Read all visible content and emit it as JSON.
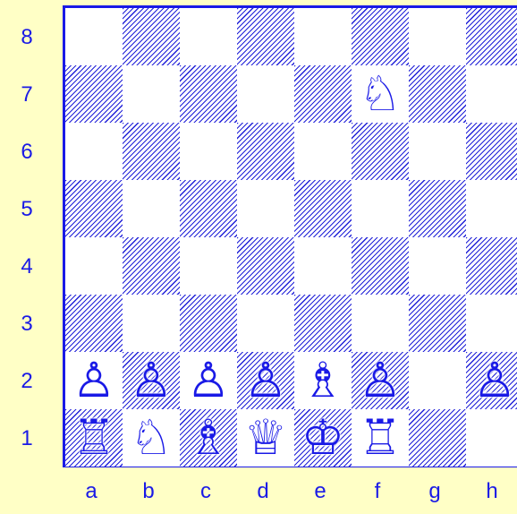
{
  "board": {
    "ranks": [
      "8",
      "7",
      "6",
      "5",
      "4",
      "3",
      "2",
      "1"
    ],
    "files": [
      "a",
      "b",
      "c",
      "d",
      "e",
      "f",
      "g",
      "h"
    ],
    "colors": {
      "accent": "#1a1ae6",
      "background": "#ffffc6",
      "light_square": "#ffffff"
    },
    "pieces": [
      {
        "square": "f7",
        "glyph": "♘",
        "name": "white-knight"
      },
      {
        "square": "a2",
        "glyph": "♙",
        "name": "white-pawn"
      },
      {
        "square": "b2",
        "glyph": "♙",
        "name": "white-pawn"
      },
      {
        "square": "c2",
        "glyph": "♙",
        "name": "white-pawn"
      },
      {
        "square": "d2",
        "glyph": "♙",
        "name": "white-pawn"
      },
      {
        "square": "e2",
        "glyph": "♗",
        "name": "white-bishop"
      },
      {
        "square": "f2",
        "glyph": "♙",
        "name": "white-pawn"
      },
      {
        "square": "h2",
        "glyph": "♙",
        "name": "white-pawn"
      },
      {
        "square": "a1",
        "glyph": "♖",
        "name": "white-rook"
      },
      {
        "square": "b1",
        "glyph": "♘",
        "name": "white-knight"
      },
      {
        "square": "c1",
        "glyph": "♗",
        "name": "white-bishop"
      },
      {
        "square": "d1",
        "glyph": "♕",
        "name": "white-queen"
      },
      {
        "square": "e1",
        "glyph": "♔",
        "name": "white-king"
      },
      {
        "square": "f1",
        "glyph": "♖",
        "name": "white-rook"
      }
    ]
  }
}
